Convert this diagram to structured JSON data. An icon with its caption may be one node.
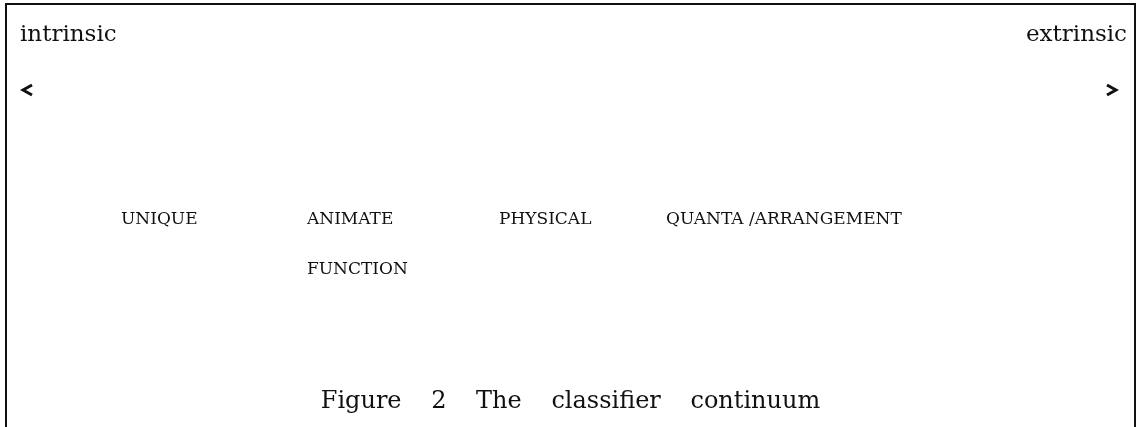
{
  "diagram": {
    "caption": "Figure 2 The classifier continuum",
    "labels": [
      "intrinsic",
      "extrinsic",
      "UNIQUE",
      "ANIMATE",
      "PHYSICAL",
      "QUANTA /ARRANGEMENT",
      "FUNCTION"
    ]
  }
}
